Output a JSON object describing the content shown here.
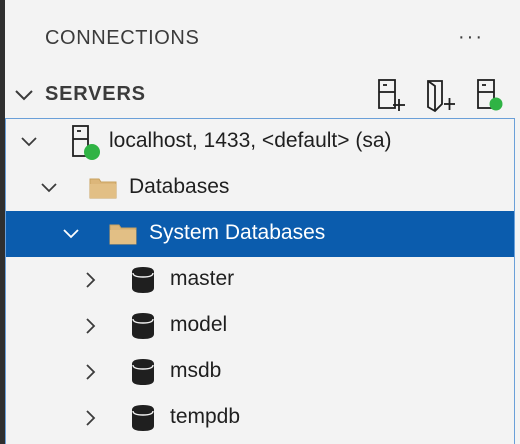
{
  "panel": {
    "title": "CONNECTIONS",
    "more_label": "···"
  },
  "servers_section": {
    "title": "SERVERS",
    "actions": [
      {
        "icon": "new-server-icon"
      },
      {
        "icon": "new-server-group-icon"
      },
      {
        "icon": "active-connections-icon"
      }
    ]
  },
  "tree": {
    "server": {
      "label": "localhost, 1433, <default> (sa)",
      "icon": "server-connected-icon",
      "expanded": true
    },
    "databases_folder": {
      "label": "Databases",
      "icon": "folder-icon",
      "expanded": true
    },
    "system_databases_folder": {
      "label": "System Databases",
      "icon": "folder-icon",
      "expanded": true,
      "selected": true
    },
    "databases": [
      {
        "label": "master",
        "icon": "database-icon"
      },
      {
        "label": "model",
        "icon": "database-icon"
      },
      {
        "label": "msdb",
        "icon": "database-icon"
      },
      {
        "label": "tempdb",
        "icon": "database-icon"
      }
    ]
  },
  "colors": {
    "background": "#f3f3f3",
    "selection": "#0b5cad",
    "connected": "#2fb344",
    "folder": "#dcb67a"
  }
}
